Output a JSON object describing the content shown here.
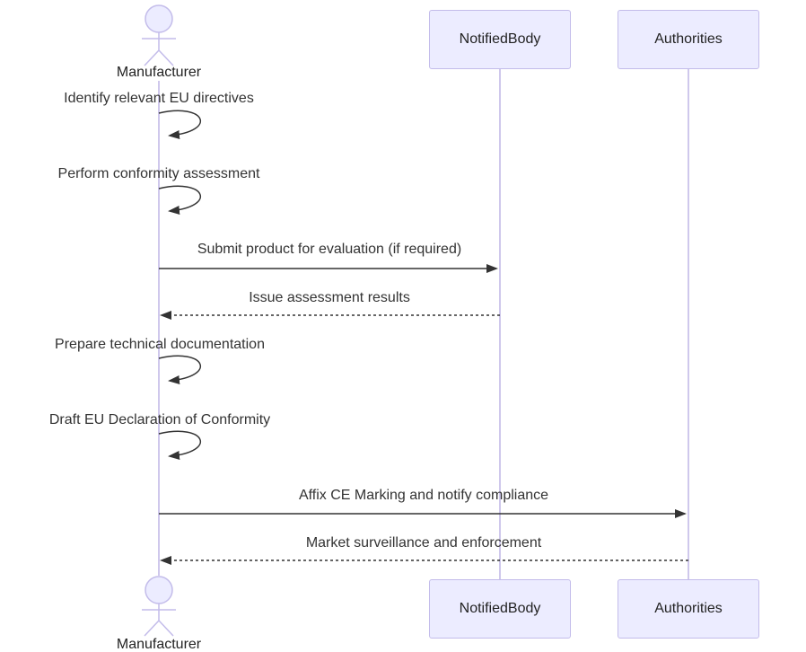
{
  "diagram": {
    "kind": "sequence-diagram",
    "participants": [
      {
        "id": "manufacturer",
        "label": "Manufacturer",
        "type": "actor"
      },
      {
        "id": "notifiedbody",
        "label": "NotifiedBody",
        "type": "participant"
      },
      {
        "id": "authorities",
        "label": "Authorities",
        "type": "participant"
      }
    ],
    "messages": [
      {
        "from": "manufacturer",
        "to": "manufacturer",
        "text": "Identify relevant EU directives",
        "line": "self-loop"
      },
      {
        "from": "manufacturer",
        "to": "manufacturer",
        "text": "Perform conformity assessment",
        "line": "self-loop"
      },
      {
        "from": "manufacturer",
        "to": "notifiedbody",
        "text": "Submit product for evaluation (if required)",
        "line": "solid-arrow-right"
      },
      {
        "from": "notifiedbody",
        "to": "manufacturer",
        "text": "Issue assessment results",
        "line": "dashed-arrow-left"
      },
      {
        "from": "manufacturer",
        "to": "manufacturer",
        "text": "Prepare technical documentation",
        "line": "self-loop"
      },
      {
        "from": "manufacturer",
        "to": "manufacturer",
        "text": "Draft EU Declaration of Conformity",
        "line": "self-loop"
      },
      {
        "from": "manufacturer",
        "to": "authorities",
        "text": "Affix CE Marking and notify compliance",
        "line": "solid-arrow-right"
      },
      {
        "from": "authorities",
        "to": "manufacturer",
        "text": "Market surveillance and enforcement",
        "line": "dashed-arrow-left"
      }
    ],
    "colors": {
      "participant_fill": "#ECECFF",
      "participant_border": "#C3BCEA",
      "lifeline": "#CFC8EC",
      "arrow": "#333333",
      "message_text": "#333333",
      "background": "#FFFFFF"
    }
  }
}
